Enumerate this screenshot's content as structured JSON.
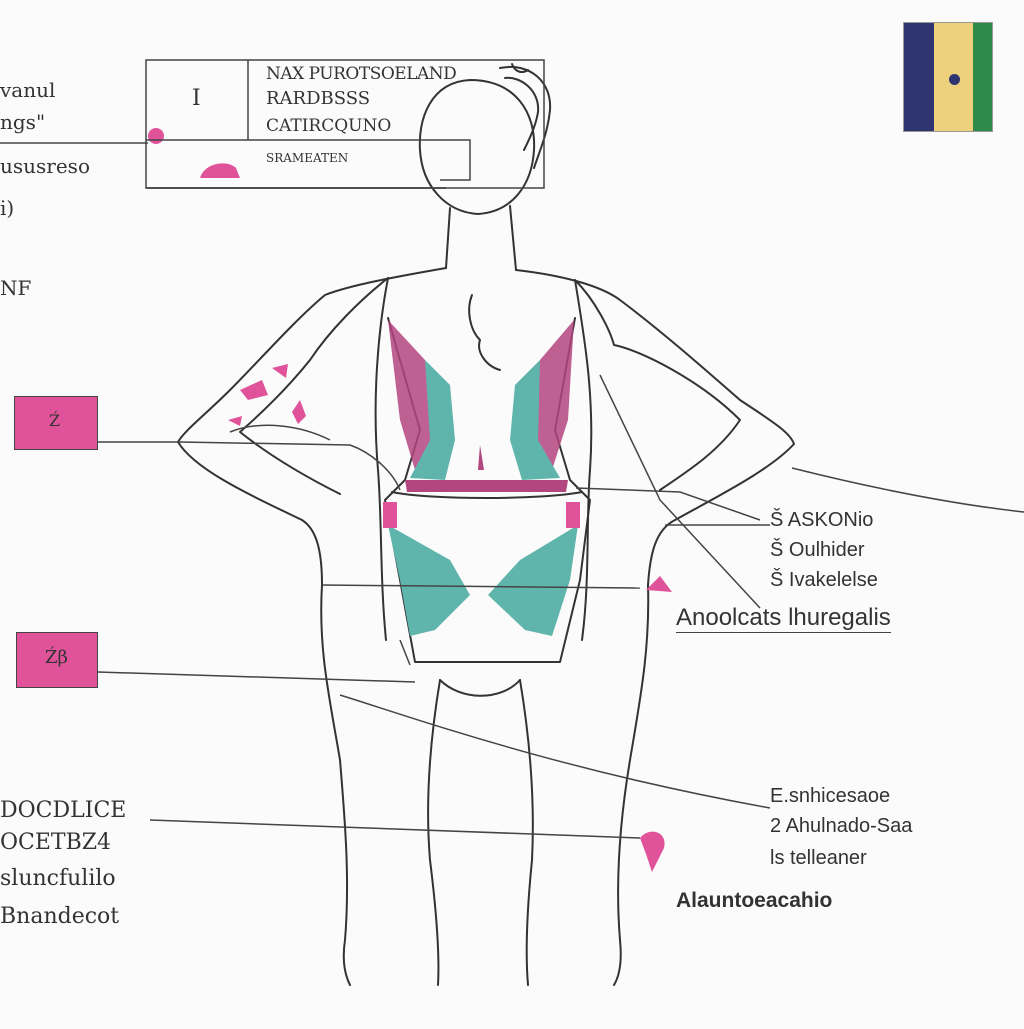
{
  "colors": {
    "pink": "#e0539b",
    "magenta": "#b3457f",
    "teal": "#5fb5ac",
    "ink": "#333333",
    "flag_blue": "#2d3470",
    "flag_yellow": "#ecd07c",
    "flag_green": "#2f8a4a"
  },
  "icons": {
    "flag": "flag-icon",
    "marker": "pink-pin-icon"
  },
  "header_box": {
    "glyph": "I",
    "line1": "NAX PUROTSOELAND",
    "line2": "RARDBSSS",
    "line3": "CATIRCQUNO",
    "line4": "SRAMEATEN"
  },
  "left_labels": {
    "l1": "vanul",
    "l2": "ngs\"",
    "l3": "ususreso",
    "l4": "i)",
    "l5": "NF"
  },
  "left_boxes": {
    "box1": "Ź",
    "box2": "Źβ"
  },
  "right_labels": {
    "r1": "Š  ASKONio",
    "r2": "Š  Oulhider",
    "r3": "Š  Ivakelelse",
    "r4": "Anoolcats lhuregalis"
  },
  "lower_right": {
    "l1": "E.snhicesaoe",
    "l2": "2 Ahulnado-Saa",
    "l3": "ls telleaner",
    "l4": "Alauntoeacahio"
  },
  "lower_left": {
    "l1": "DOCDLICE",
    "l2": "OCETBZ4",
    "l3": "sluncfulilo",
    "l4": "Bnandecot"
  }
}
